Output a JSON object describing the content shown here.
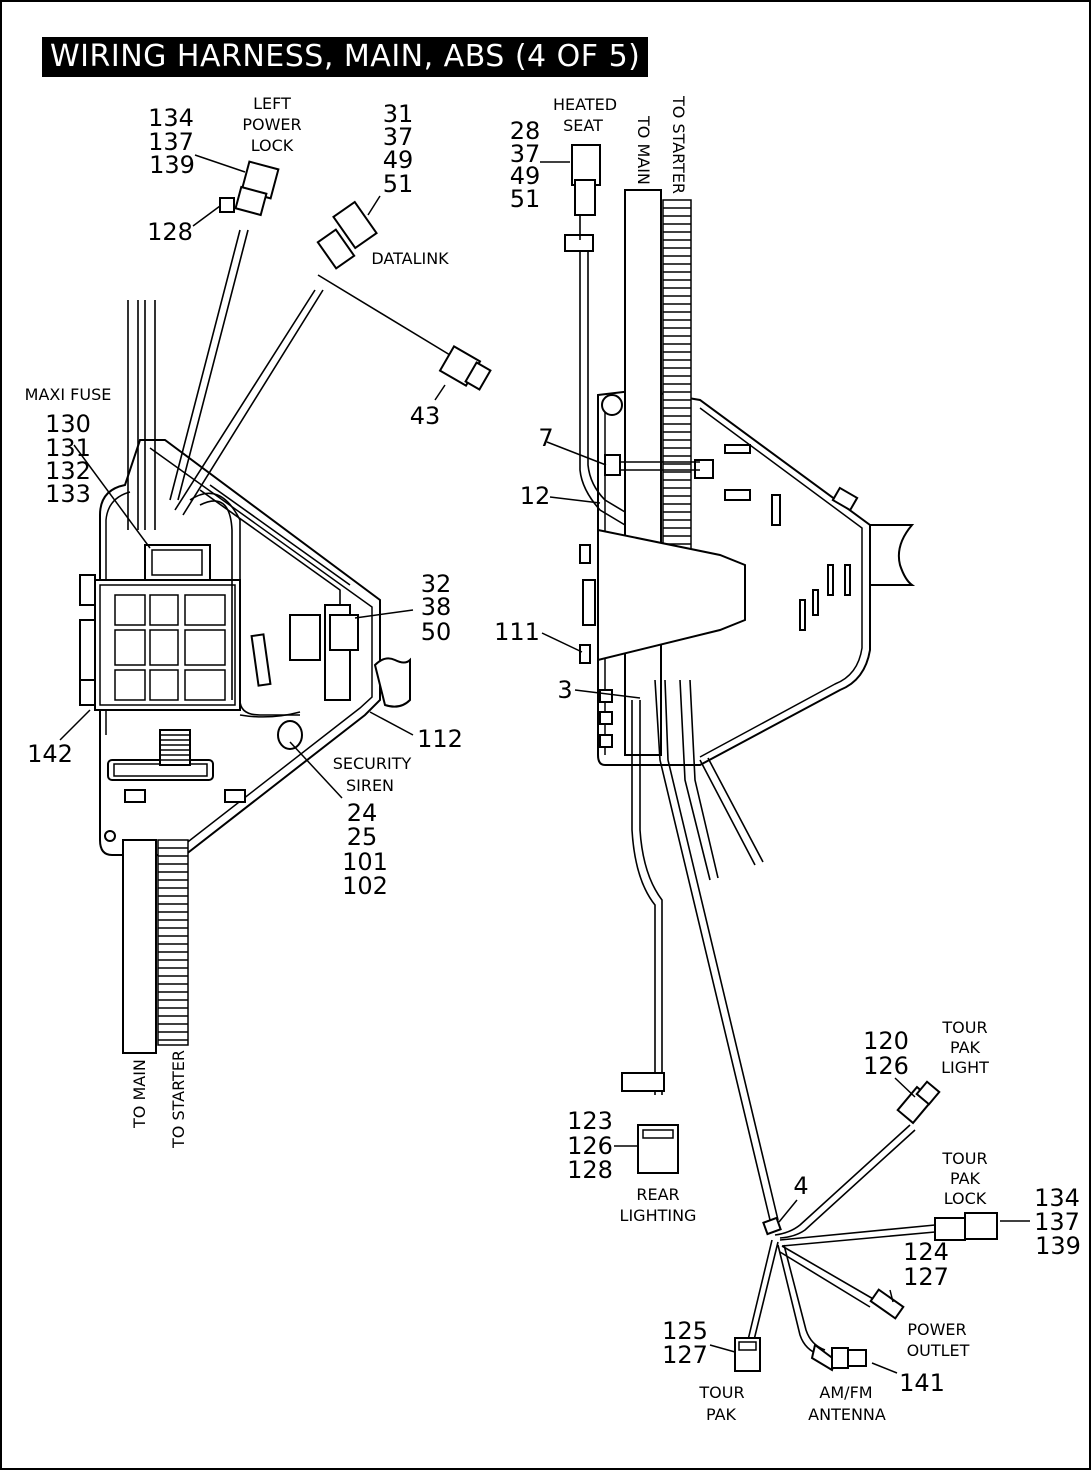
{
  "title": "WIRING HARNESS, MAIN, ABS (4 OF 5)",
  "labels": {
    "left_power_lock": [
      "LEFT",
      "POWER",
      "LOCK"
    ],
    "datalink": "DATALINK",
    "maxi_fuse": "MAXI FUSE",
    "security_siren": [
      "SECURITY",
      "SIREN"
    ],
    "to_main": "TO MAIN",
    "to_starter": "TO STARTER",
    "heated_seat": [
      "HEATED",
      "SEAT"
    ],
    "rear_lighting": [
      "REAR",
      "LIGHTING"
    ],
    "tour_pak_light": [
      "TOUR",
      "PAK",
      "LIGHT"
    ],
    "tour_pak_lock": [
      "TOUR",
      "PAK",
      "LOCK"
    ],
    "power_outlet": [
      "POWER",
      "OUTLET"
    ],
    "tour_pak": [
      "TOUR",
      "PAK"
    ],
    "am_fm_antenna": [
      "AM/FM",
      "ANTENNA"
    ]
  },
  "callouts": {
    "left_power_lock": [
      "134",
      "137",
      "139"
    ],
    "left_power_lock_clip": "128",
    "datalink": [
      "31",
      "37",
      "49",
      "51"
    ],
    "connector_43": "43",
    "maxi_fuse": [
      "130",
      "131",
      "132",
      "133"
    ],
    "relay_connector": [
      "32",
      "38",
      "50"
    ],
    "ground_112": "112",
    "fuse_block_142": "142",
    "security_siren": [
      "24",
      "25",
      "101",
      "102"
    ],
    "heated_seat": [
      "28",
      "37",
      "49",
      "51"
    ],
    "clip_7": "7",
    "clip_12": "12",
    "bracket_111": "111",
    "clip_3": "3",
    "rear_lighting": [
      "123",
      "126",
      "128"
    ],
    "clip_4": "4",
    "tour_pak_light": [
      "120",
      "126"
    ],
    "tour_pak_lock": [
      "134",
      "137",
      "139"
    ],
    "power_outlet": [
      "124",
      "127"
    ],
    "tour_pak": [
      "125",
      "127"
    ],
    "antenna": "141"
  }
}
